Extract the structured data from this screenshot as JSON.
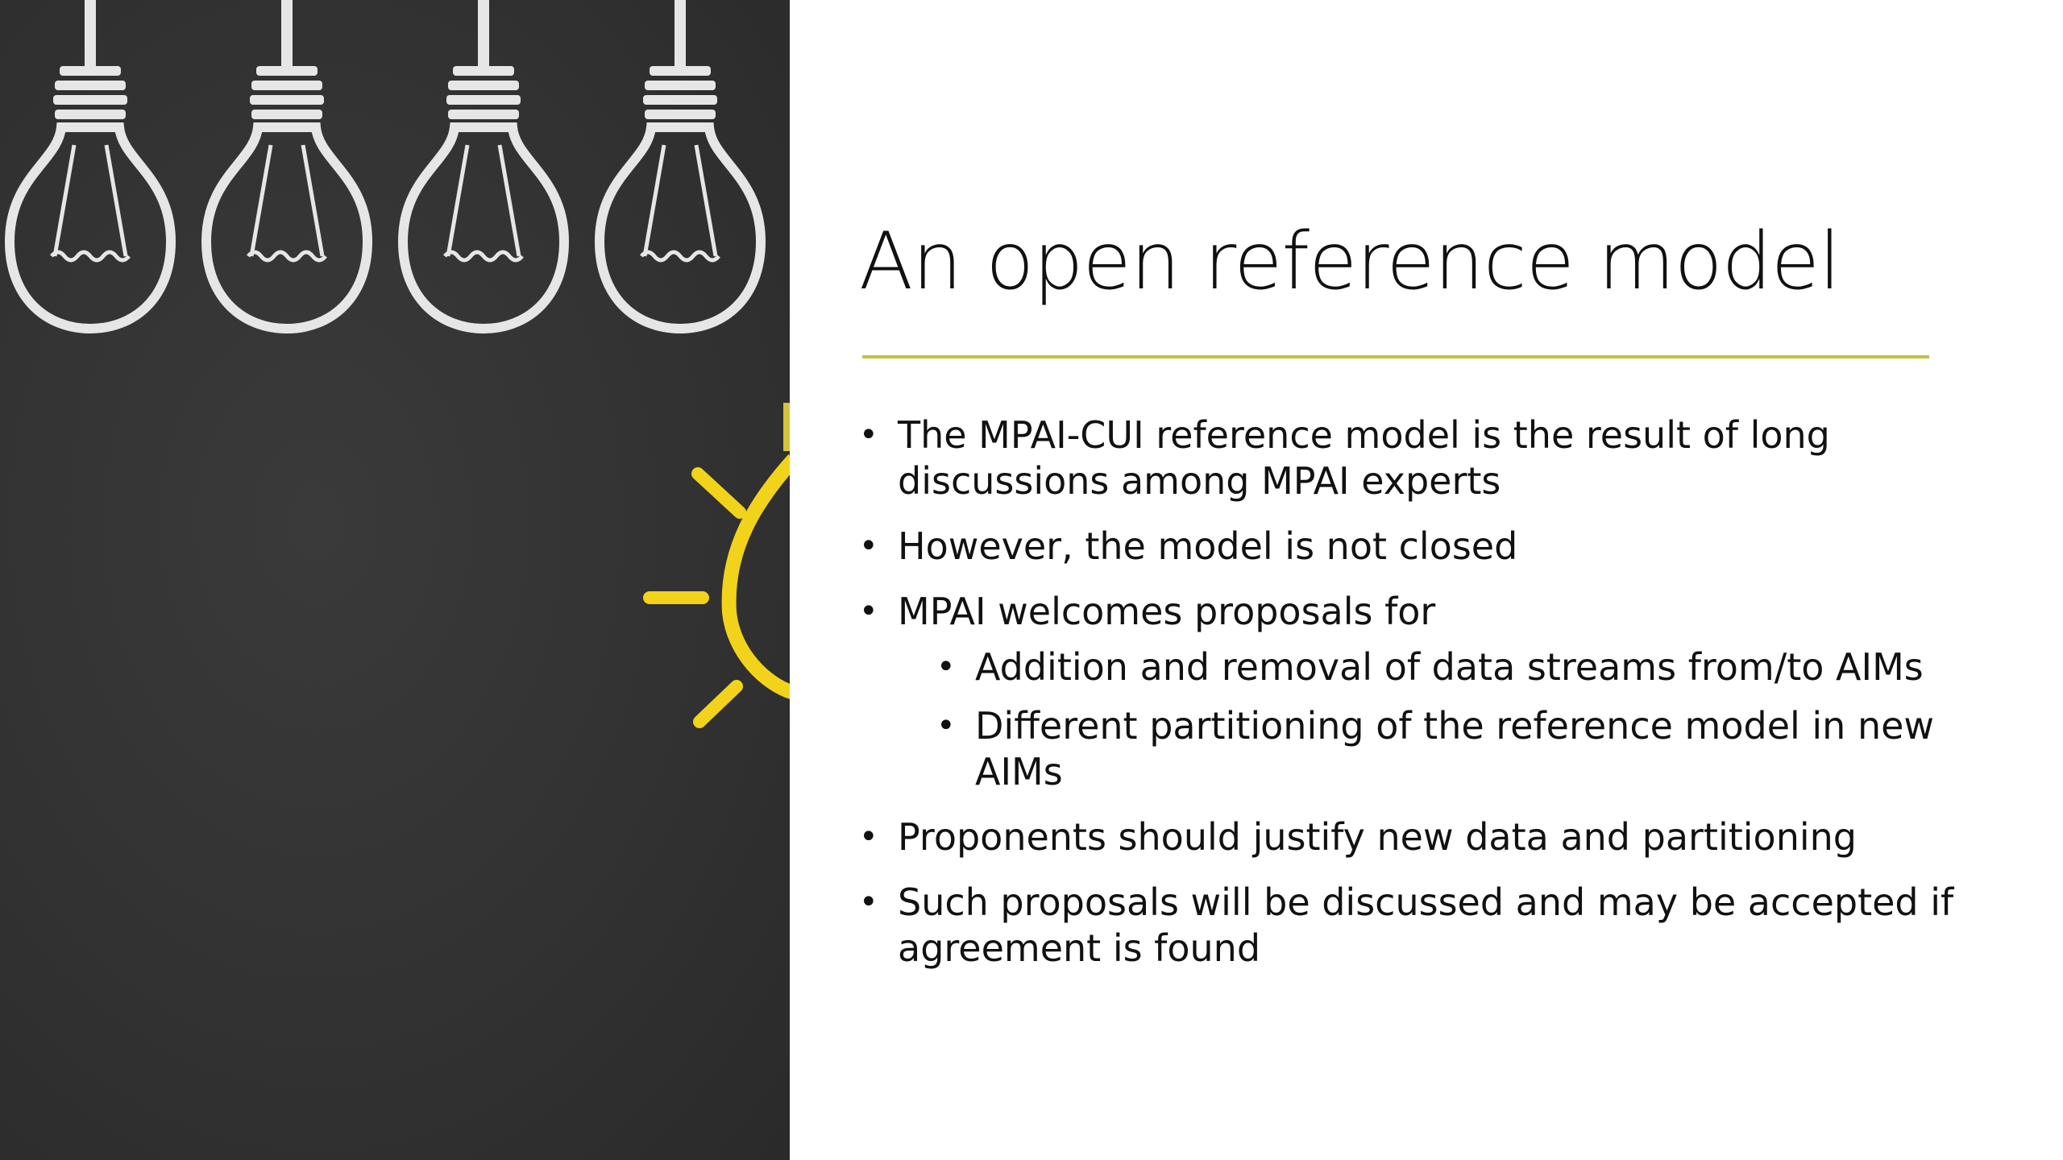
{
  "slide": {
    "title": "An open reference model",
    "accent_color": "#c3c23a",
    "board_color": "#333333",
    "chalk_color": "#e8e8e8",
    "bulb_accent_color": "#f2d31b",
    "bullets": [
      {
        "text": "The MPAI-CUI reference model is the result of long discussions among MPAI experts"
      },
      {
        "text": "However, the model is not closed"
      },
      {
        "text": "MPAI welcomes proposals for",
        "sub": [
          {
            "text": "Addition and removal of data streams from/to AIMs"
          },
          {
            "text": "Different partitioning of the reference model in new AIMs"
          }
        ]
      },
      {
        "text": "Proponents should justify new data and partitioning"
      },
      {
        "text": "Such proposals will be discussed and may be accepted if agreement is found"
      }
    ]
  }
}
